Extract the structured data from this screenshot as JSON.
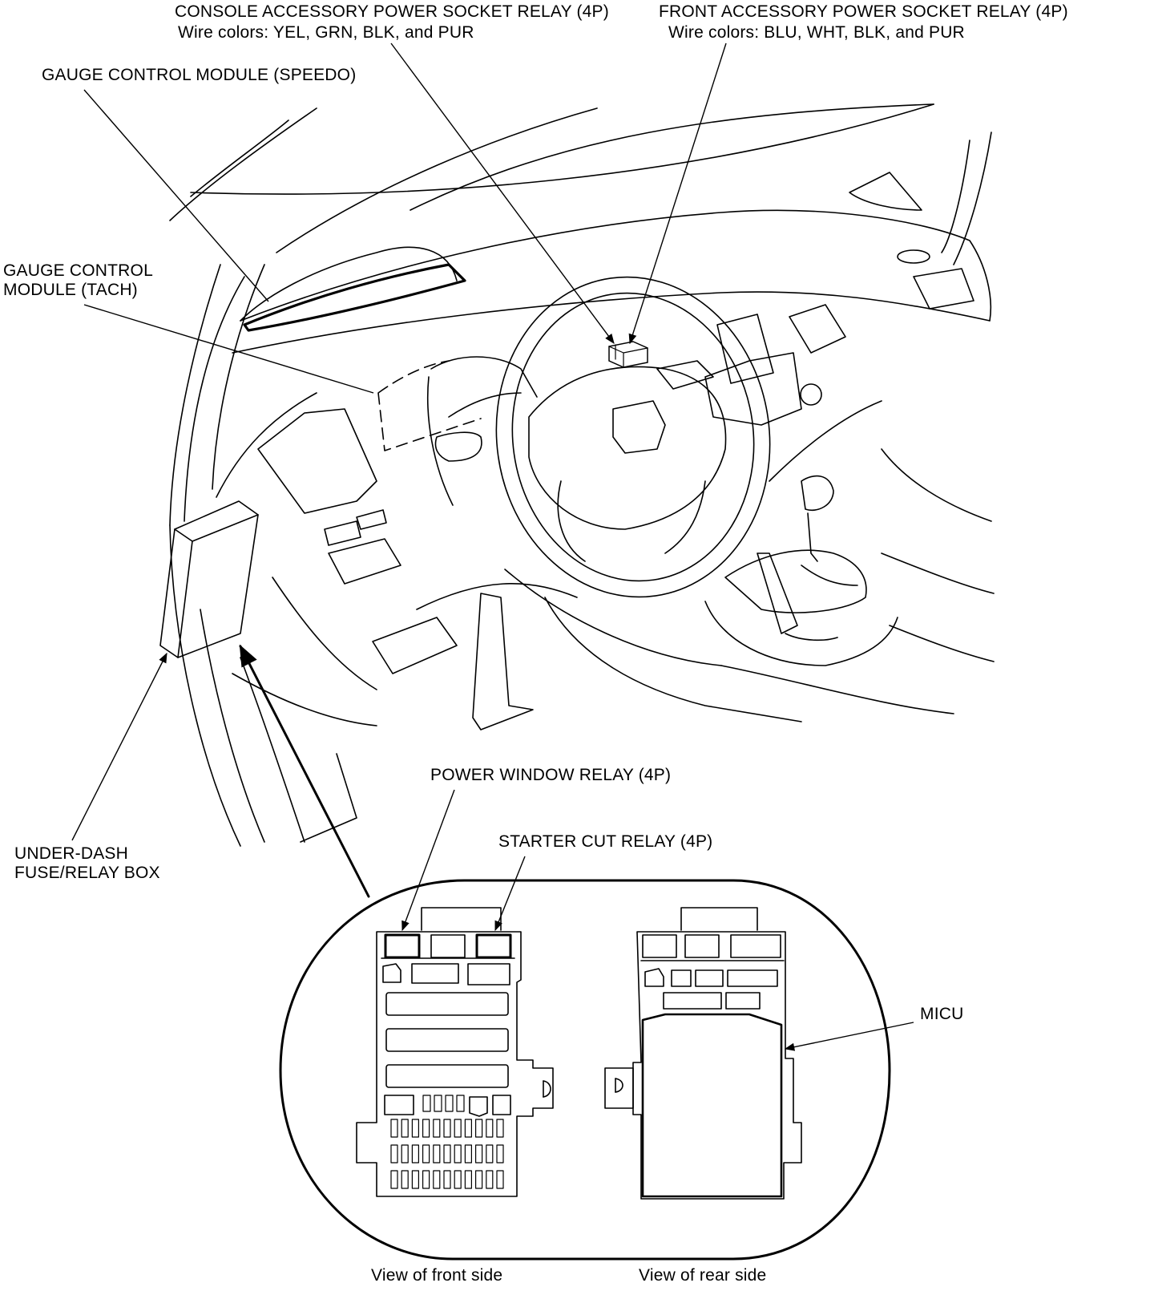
{
  "labels": {
    "console_relay": "CONSOLE ACCESSORY POWER SOCKET RELAY (4P)",
    "console_relay_wires": "Wire colors: YEL, GRN, BLK, and PUR",
    "front_relay": "FRONT ACCESSORY POWER SOCKET RELAY (4P)",
    "front_relay_wires": "Wire colors: BLU, WHT, BLK, and PUR",
    "speedo": "GAUGE CONTROL MODULE (SPEEDO)",
    "tach_line1": "GAUGE CONTROL",
    "tach_line2": "MODULE (TACH)",
    "fusebox_line1": "UNDER-DASH",
    "fusebox_line2": "FUSE/RELAY BOX",
    "power_window": "POWER WINDOW RELAY (4P)",
    "starter_cut": "STARTER CUT RELAY (4P)",
    "micu": "MICU",
    "front_view": "View of front side",
    "rear_view": "View of rear side"
  }
}
